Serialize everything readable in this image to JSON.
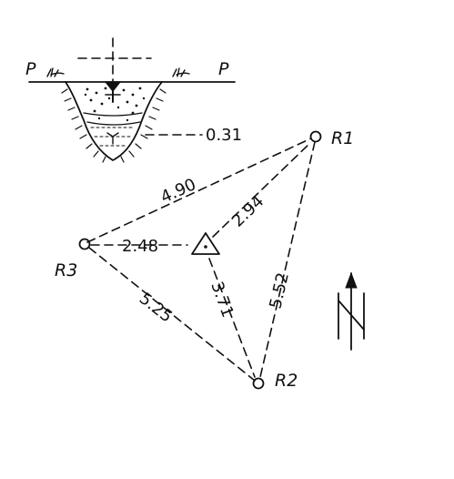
{
  "colors": {
    "ink": "#111111",
    "paper": "#ffffff"
  },
  "section": {
    "bank_left_label": "P",
    "bank_right_label": "P"
  },
  "stations": {
    "r1": "R1",
    "r2": "R2",
    "r3": "R3"
  },
  "distances": {
    "profile_to_r1": "0.31",
    "r3_to_r1": "4.90",
    "target_to_r1": "2.94",
    "r3_to_target": "2.48",
    "r2_to_r1": "5.52",
    "r3_to_r2": "5.25",
    "target_to_r2": "3.71"
  },
  "icons": {
    "north_arrow": "north-arrow-icon",
    "target": "triangle-station-icon",
    "water_level": "water-level-marker-icon"
  }
}
